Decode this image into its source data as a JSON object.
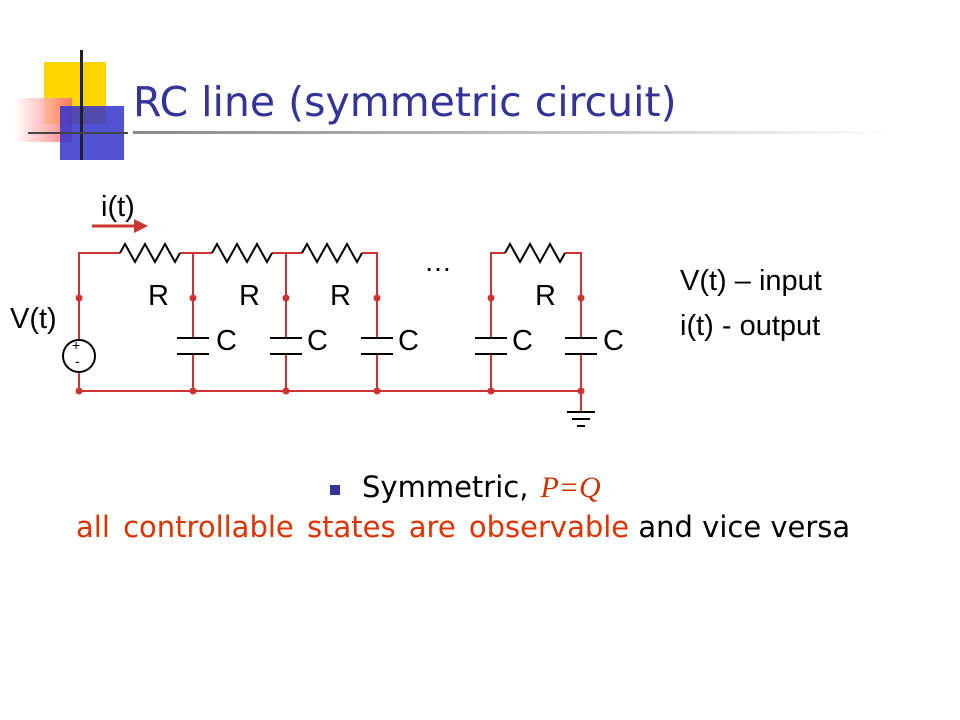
{
  "slide": {
    "title": "RC line (symmetric circuit)"
  },
  "circuit": {
    "current_label": "i(t)",
    "source_label": "V(t)",
    "source_plus": "+",
    "source_minus": "-",
    "resistor_label": "R",
    "capacitor_label": "C",
    "ellipsis": "…"
  },
  "side_notes": {
    "line1": "V(t) – input",
    "line2": "i(t) - output"
  },
  "bullet": {
    "text": "Symmetric,",
    "math": "P=Q"
  },
  "conclusion": {
    "red_part": "all controllable states are observable",
    "black_part": " and vice versa"
  },
  "colors": {
    "title": "#333399",
    "wire": "#cc3333",
    "component": "#000000",
    "accent_red": "#dd3300",
    "bullet": "#333399"
  }
}
